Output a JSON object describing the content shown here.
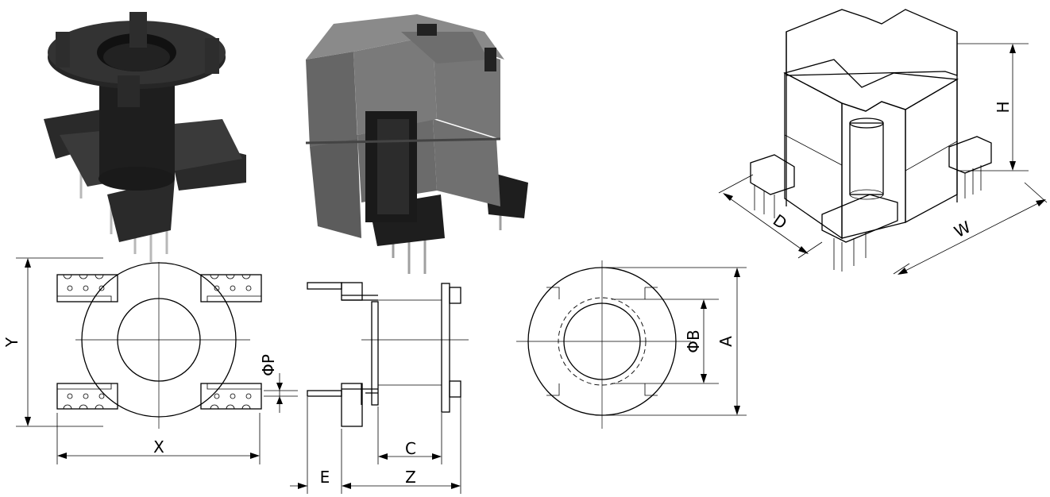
{
  "labels": {
    "x": "X",
    "y": "Y",
    "p": "ΦP",
    "e": "E",
    "c": "C",
    "z": "Z",
    "b": "ΦB",
    "a": "A",
    "h": "H",
    "d": "D",
    "w": "W"
  },
  "colors": {
    "ink": "#000000",
    "photo_bg": "#f2f2f2",
    "bobbin_plastic": "#232323",
    "ferrite_core": "#5a5a5a"
  }
}
